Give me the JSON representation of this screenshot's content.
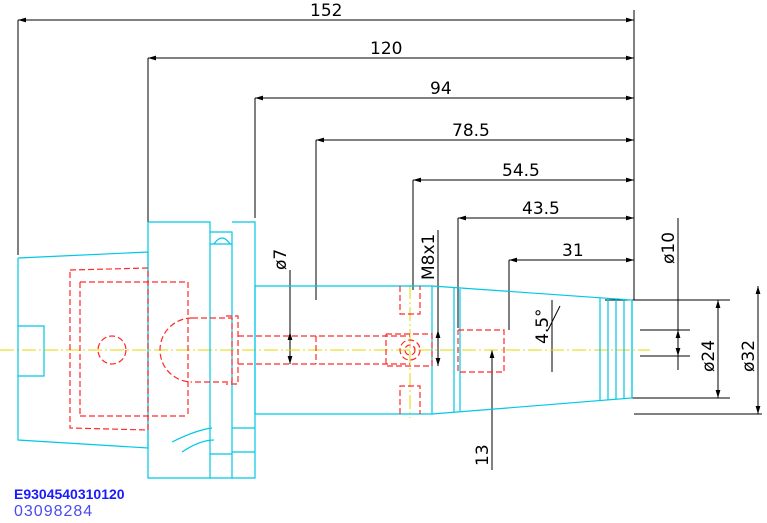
{
  "colors": {
    "outline": "#00c8e6",
    "hidden_lines": "#ff2a2a",
    "center_line": "#e6d800",
    "dimensions": "#000000",
    "code_primary": "#1a1aff",
    "code_secondary": "#4a4af0"
  },
  "dimensions": {
    "d152": "152",
    "d120": "120",
    "d94": "94",
    "d78_5": "78.5",
    "d54_5": "54.5",
    "d43_5": "43.5",
    "d31": "31",
    "d13": "13",
    "dia7": "ø7",
    "m8x1": "M8x1",
    "angle": "4.5°",
    "dia10": "ø10",
    "dia24": "ø24",
    "dia32": "ø32"
  },
  "codes": {
    "primary": "E9304540310120",
    "secondary": "03098284"
  }
}
